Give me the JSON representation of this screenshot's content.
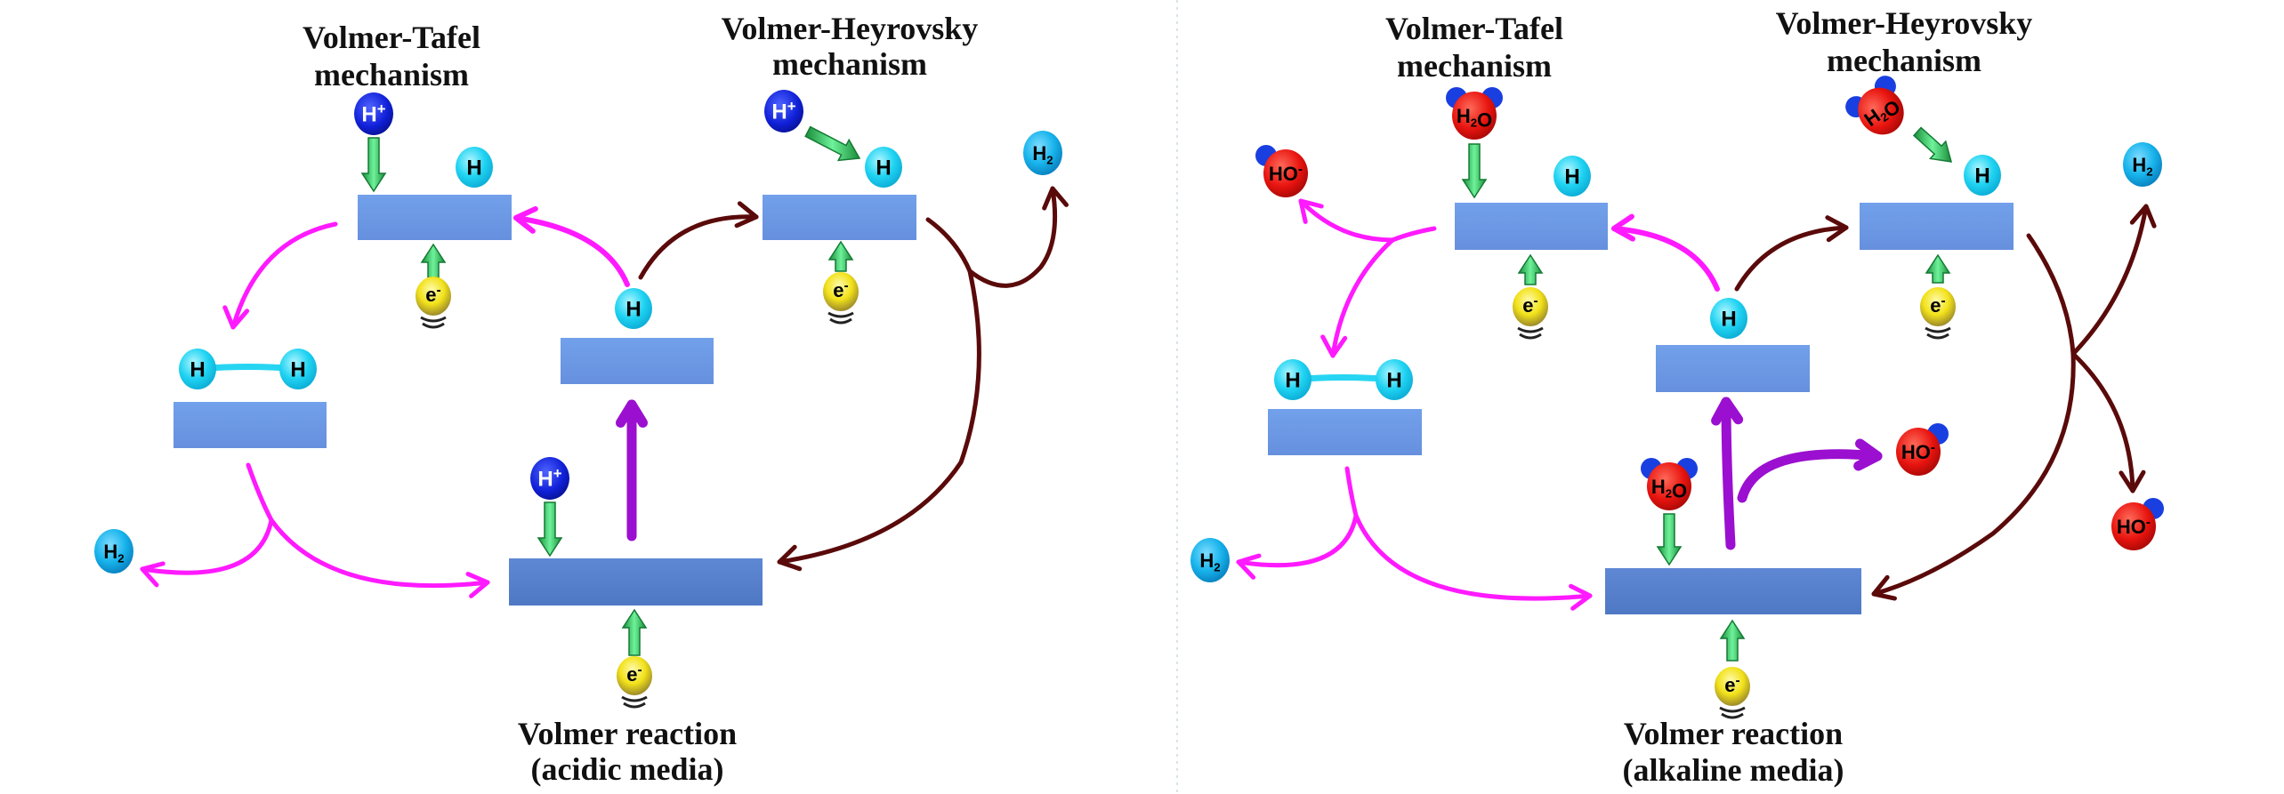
{
  "figure": {
    "panels": [
      {
        "id": "acidic",
        "tafel_title": [
          "Volmer-Tafel",
          "mechanism"
        ],
        "heyrovsky_title": [
          "Volmer-Heyrovsky",
          "mechanism"
        ],
        "volmer_title": [
          "Volmer reaction",
          "(acidic media)"
        ],
        "reactant_label": "H+",
        "reactant_species": "proton",
        "product_labels": {
          "h_atom": "H",
          "h2": "H2",
          "electron": "e-"
        }
      },
      {
        "id": "alkaline",
        "tafel_title": [
          "Volmer-Tafel",
          "mechanism"
        ],
        "heyrovsky_title": [
          "Volmer-Heyrovsky",
          "mechanism"
        ],
        "volmer_title": [
          "Volmer reaction",
          "(alkaline media)"
        ],
        "reactant_label": "H2O",
        "reactant_species": "water",
        "byproduct_label": "HO-",
        "product_labels": {
          "h_atom": "H",
          "h2": "H2",
          "electron": "e-"
        }
      }
    ]
  },
  "colors": {
    "surface": "#6f9be6",
    "surface_dark": "#5a7fc7",
    "tafel_arrow": "#ff1aff",
    "heyrovsky_arrow": "#5a0a0a",
    "volmer_arrow": "#9b0fd0",
    "feed_arrow": "#1fae4a",
    "h_atom": "#1fd3f2",
    "h2": "#18b4ec",
    "proton": "#1020d8",
    "water": "#e8140f",
    "water_h": "#1a3fe0",
    "electron": "#f2e21a"
  }
}
